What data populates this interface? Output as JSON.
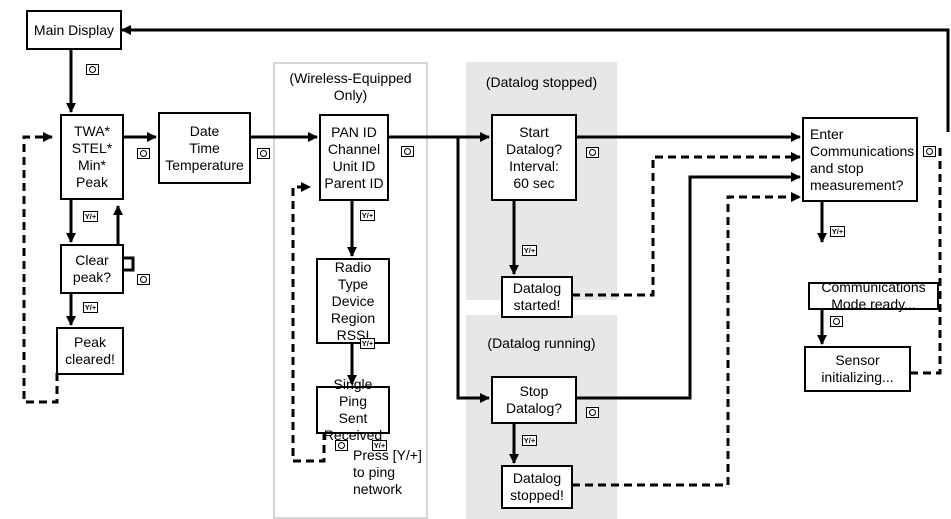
{
  "main_display": "Main Display",
  "stats": "TWA*\nSTEL*\nMin*\nPeak",
  "clear_peak": "Clear\npeak?",
  "peak_cleared": "Peak\ncleared!",
  "date_time_temp": "Date\nTime\nTemperature",
  "wireless_panel": {
    "title": "(Wireless-Equipped\nOnly)",
    "pan_id": "PAN ID\nChannel\nUnit ID\nParent ID",
    "radio_type": "Radio Type\nDevice\nRegion\nRSSI",
    "single_ping": "Single Ping\nSent\nReceived",
    "press_note": "Press [Y/+]\nto ping\nnetwork"
  },
  "datalog_stopped_panel": {
    "title": "(Datalog stopped)",
    "start_datalog": "Start\nDatalog?\nInterval:\n60 sec",
    "datalog_started": "Datalog\nstarted!"
  },
  "datalog_running_panel": {
    "title": "(Datalog running)",
    "stop_datalog": "Stop\nDatalog?",
    "datalog_stopped": "Datalog\nstopped!"
  },
  "enter_communications": "Enter\nCommunications\nand stop\nmeasurement?",
  "comm_mode_ready": "Communications\nMode ready...",
  "sensor_initializing": "Sensor\ninitializing...",
  "keys": {
    "yes_plus": "Y/+",
    "power_icon": "power-icon"
  },
  "colors": {
    "line": "#000000",
    "panel_gray": "#e7e7e7",
    "panel_outline": "#d6d6d6"
  }
}
